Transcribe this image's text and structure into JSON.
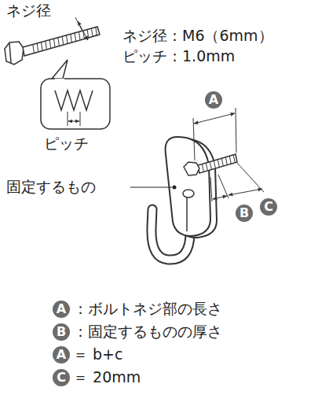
{
  "diagram": {
    "nodes": [
      {
        "text": [
          "A"
        ]
      },
      {
        "text": [
          "B"
        ]
      },
      {
        "text": [
          "C"
        ]
      },
      {
        "text": [
          "A"
        ]
      },
      {
        "text": [
          "B"
        ]
      },
      {
        "text": [
          "A"
        ]
      },
      {
        "text": [
          "C"
        ]
      }
    ],
    "labels": [
      "ネジ径",
      "ネジ径：M6（6mm）",
      "ピッチ：1.0mm",
      "ピッチ",
      "固定するもの",
      "：ボルトネジ部の長さ",
      "：固定するものの厚さ",
      "＝ b+c",
      "＝ 20mm"
    ]
  }
}
